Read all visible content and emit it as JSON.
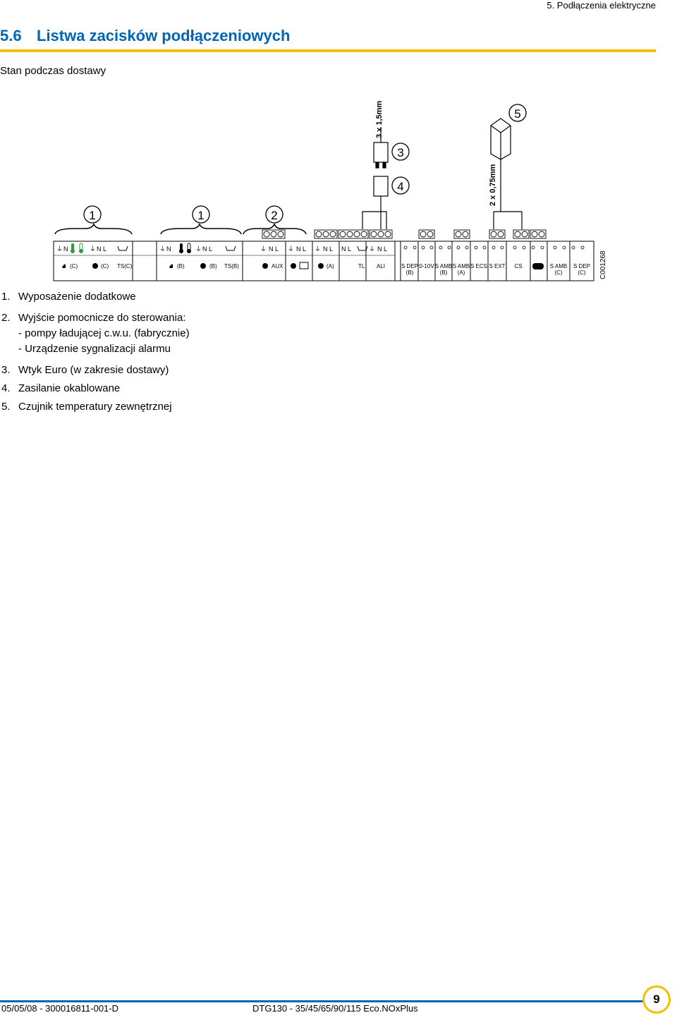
{
  "header": {
    "section": "5. Podłączenia elektryczne"
  },
  "title": {
    "number": "5.6",
    "text": "Listwa zacisków podłączeniowych"
  },
  "subtitle": "Stan podczas dostawy",
  "diagram": {
    "callouts": [
      "1",
      "1",
      "2",
      "3",
      "4",
      "5"
    ],
    "cable_3x15": "3 x 1,5mm",
    "cable_2x075": "2 x 0,75mm",
    "code": "C001268",
    "power_top_labels": [
      "N",
      "N L",
      "N",
      "N L",
      "N L",
      "N L",
      "N L",
      "N L",
      "N L"
    ],
    "bottom_labels": [
      "(C)",
      "(C)",
      "TS(C)",
      "(B)",
      "(B)",
      "TS(B)",
      "AUX",
      "(A)",
      "TL",
      "ALI"
    ],
    "sensor_labels": [
      {
        "l1": "S DEP",
        "l2": "(B)"
      },
      {
        "l1": "0-10V",
        "l2": ""
      },
      {
        "l1": "S AMB",
        "l2": "(B)"
      },
      {
        "l1": "S AMB",
        "l2": "(A)"
      },
      {
        "l1": "S ECS",
        "l2": ""
      },
      {
        "l1": "S EXT",
        "l2": ""
      },
      {
        "l1": "CS",
        "l2": ""
      },
      {
        "l1": "S AMB",
        "l2": "(C)"
      },
      {
        "l1": "S DEP",
        "l2": "(C)"
      }
    ]
  },
  "legend": {
    "item1": {
      "n": "1.",
      "text": "Wyposażenie dodatkowe"
    },
    "item2": {
      "n": "2.",
      "text": "Wyjście pomocnicze do sterowania:"
    },
    "item2_sub1": "-  pompy ładującej c.w.u. (fabrycznie)",
    "item2_sub2": "-  Urządzenie sygnalizacji alarmu",
    "item3": {
      "n": "3.",
      "text": "Wtyk Euro (w zakresie dostawy)"
    },
    "item4": {
      "n": "4.",
      "text": "Zasilanie okablowane"
    },
    "item5": {
      "n": "5.",
      "text": "Czujnik temperatury zewnętrznej"
    }
  },
  "footer": {
    "left": "05/05/08 - 300016811-001-D",
    "mid": "DTG130 - 35/45/65/90/115 Eco.NOxPlus",
    "page": "9"
  },
  "colors": {
    "accent_blue": "#0066b3",
    "accent_yellow": "#f5c000",
    "thermo_green": "#2e9b3b"
  }
}
